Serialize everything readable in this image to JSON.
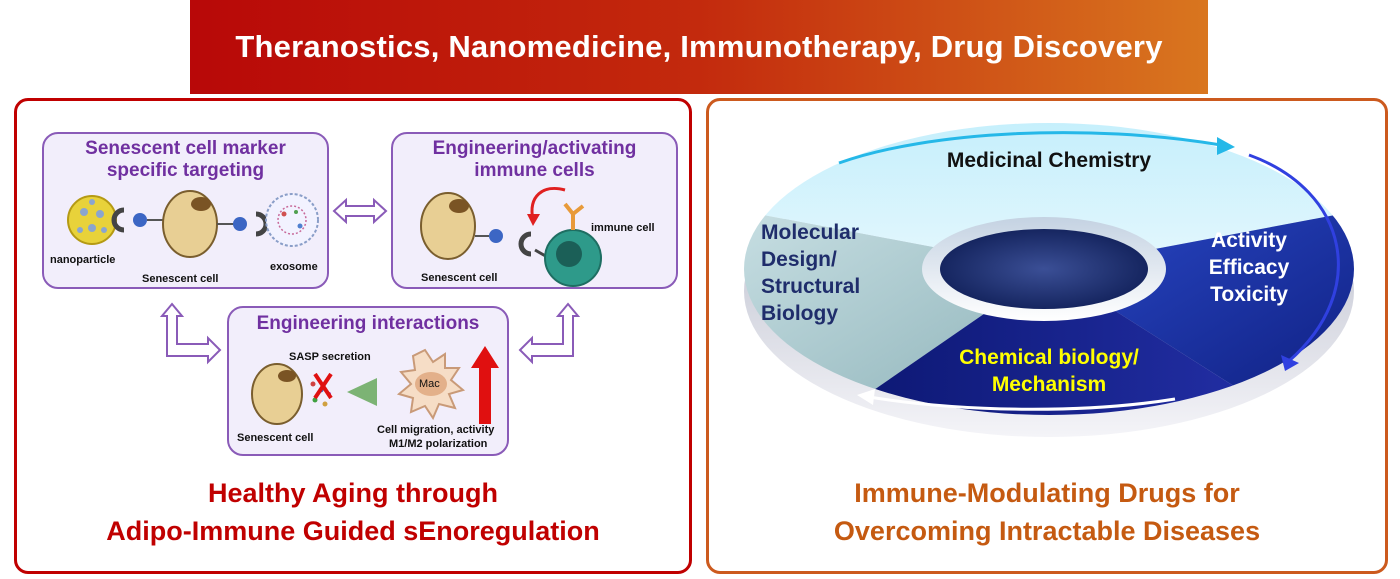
{
  "header": {
    "title": "Theranostics, Nanomedicine, Immunotherapy, Drug Discovery"
  },
  "left_panel": {
    "box_targeting": {
      "title_line1": "Senescent cell marker",
      "title_line2": "specific targeting",
      "label_nanoparticle": "nanoparticle",
      "label_senescent_cell": "Senescent cell",
      "label_exosome": "exosome"
    },
    "box_engineering_immune": {
      "title_line1": "Engineering/activating",
      "title_line2": "immune cells",
      "label_immune_cell": "immune cell",
      "label_senescent_cell": "Senescent cell"
    },
    "box_interactions": {
      "title": "Engineering interactions",
      "label_sasp": "SASP secretion",
      "label_mac": "Mac",
      "label_senescent_cell": "Senescent cell",
      "label_migration": "Cell migration, activity",
      "label_polarization": "M1/M2 polarization"
    },
    "title_line1": "Healthy Aging through",
    "title_line2": "Adipo-Immune Guided sEnoregulation",
    "colors": {
      "title": "#c00000",
      "box_title": "#7030a0"
    }
  },
  "right_panel": {
    "segments": {
      "top": "Medicinal Chemistry",
      "left_line1": "Molecular",
      "left_line2": "Design/",
      "left_line3": "Structural",
      "left_line4": "Biology",
      "right_line1": "Activity",
      "right_line2": "Efficacy",
      "right_line3": "Toxicity",
      "bottom_line1": "Chemical biology/",
      "bottom_line2": "Mechanism"
    },
    "title_line1": "Immune-Modulating Drugs for",
    "title_line2": "Overcoming Intractable Diseases",
    "colors": {
      "title": "#c55a11",
      "bottom_text": "#ffff00",
      "segment_dark": "#1d1f8c"
    }
  }
}
